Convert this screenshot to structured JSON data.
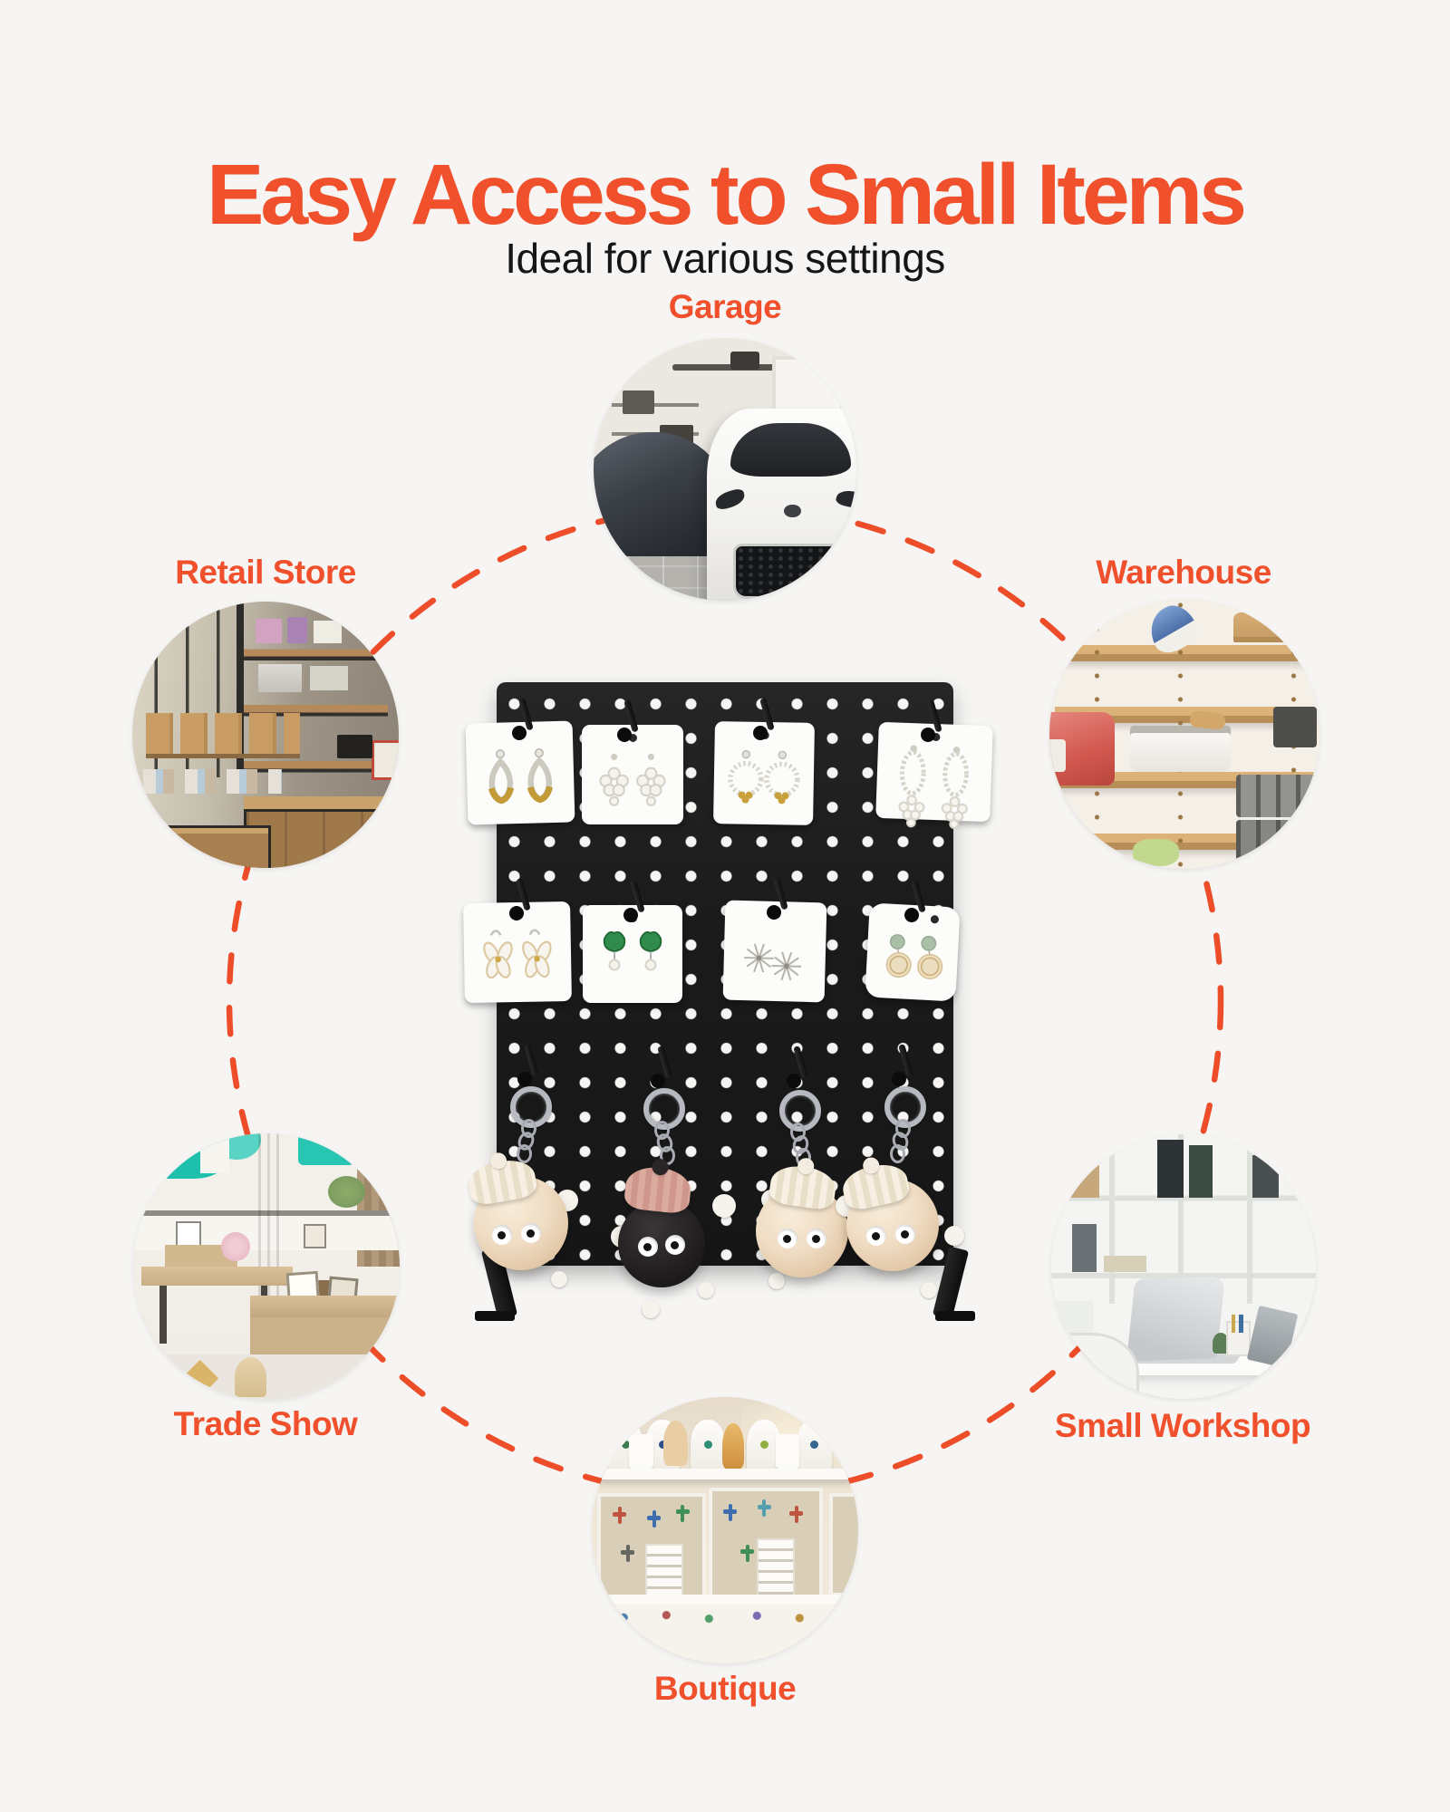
{
  "page": {
    "background_color": "#f6f5f3",
    "accent_color": "#f1502c",
    "title": "Easy Access to Small Items",
    "subtitle": "Ideal for various settings"
  },
  "settings": [
    {
      "id": "garage",
      "label": "Garage",
      "photo": "garage with covered car and white car"
    },
    {
      "id": "retail-store",
      "label": "Retail Store",
      "photo": "retail store shelves and wooden counter"
    },
    {
      "id": "warehouse",
      "label": "Warehouse",
      "photo": "wooden storage shelves with bins and boxes"
    },
    {
      "id": "trade-show",
      "label": "Trade Show",
      "photo": "trade show booth with display tables"
    },
    {
      "id": "small-workshop",
      "label": "Small Workshop",
      "photo": "white office desk with laptop and shelves"
    },
    {
      "id": "boutique",
      "label": "Boutique",
      "photo": "jewelry boutique display shelves"
    }
  ],
  "pegboard": {
    "type": "black metal pegboard display stand with white peg holes",
    "row1_cards": [
      "gold-tip teardrop hoop earrings",
      "white blossom cluster earrings",
      "crystal hoop earrings with gold flower",
      "beaded oval earrings with white flower tassels"
    ],
    "row2_cards": [
      "pearl petal earrings",
      "green fan earrings with pearl drops",
      "silver starburst ear pins",
      "sage stud earrings with cream discs"
    ],
    "keychains": [
      "beige pompom keychain with knit hat",
      "black pompom keychain with pink knit hat",
      "beige pompom keychain with knit hat",
      "beige pompom keychain with knit hat"
    ]
  }
}
